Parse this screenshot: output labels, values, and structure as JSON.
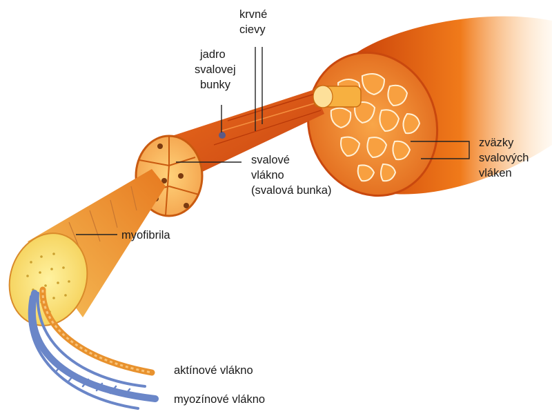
{
  "labels": {
    "blood_vessels": [
      "krvné",
      "cievy"
    ],
    "nucleus": [
      "jadro",
      "svalovej",
      "bunky"
    ],
    "muscle_fiber": [
      "svalové",
      "vlákno",
      "(svalová bunka)"
    ],
    "fascicles": [
      "zväzky",
      "svalových",
      "vláken"
    ],
    "myofibril": "myofibrila",
    "actin": "aktínové vlákno",
    "myosin": "myozínové vlákno"
  },
  "colors": {
    "muscle_dark": "#d84a0a",
    "muscle_mid": "#f07a1a",
    "muscle_light": "#ffb347",
    "fascicle_fill": "#f8a040",
    "myofibril_face": "#fbe36a",
    "myosin_blue": "#6a86c8",
    "actin_orange": "#e8922e"
  }
}
